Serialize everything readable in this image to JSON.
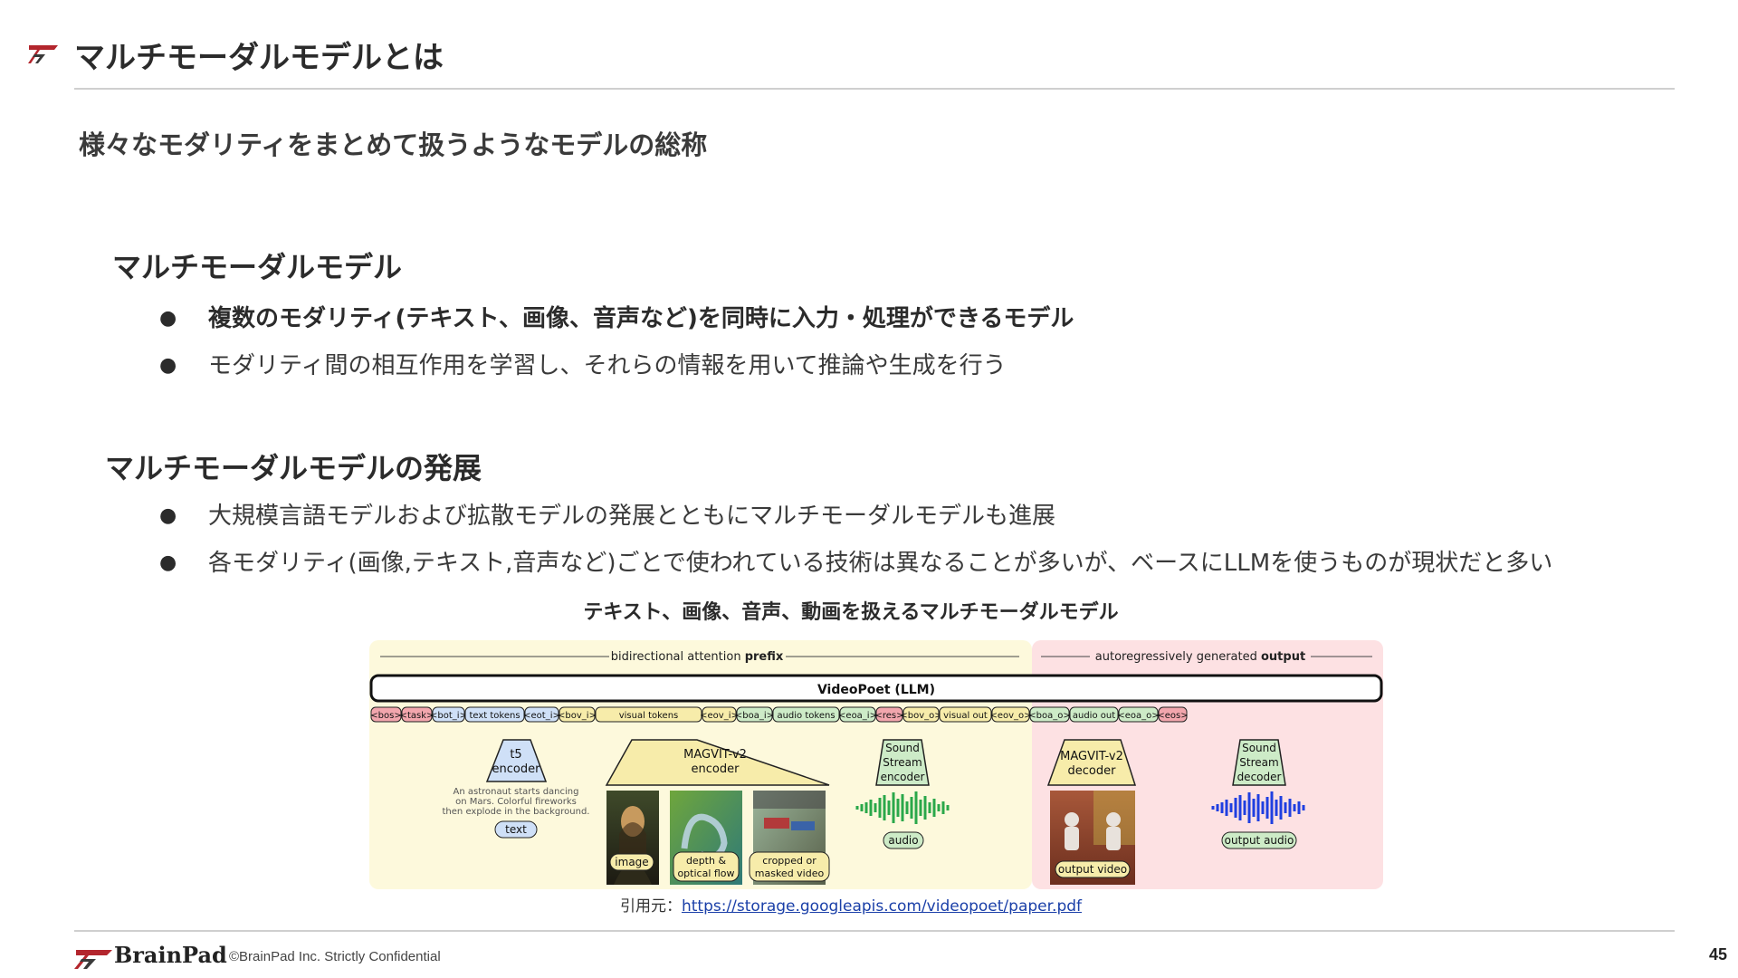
{
  "header": {
    "title": "マルチモーダルモデルとは"
  },
  "subtitle": "様々なモダリティをまとめて扱うようなモデルの総称",
  "section1": {
    "heading": "マルチモーダルモデル",
    "bullets": [
      "複数のモダリティ(テキスト、画像、音声など)を同時に入力・処理ができるモデル",
      "モダリティ間の相互作用を学習し、それらの情報を用いて推論や生成を行う"
    ]
  },
  "section2": {
    "heading": "マルチモーダルモデルの発展",
    "bullets": [
      "大規模言語モデルおよび拡散モデルの発展とともにマルチモーダルモデルも進展",
      "各モダリティ(画像,テキスト,音声など)ごとで使われている技術は異なることが多いが、ベースにLLMを使うものが現状だと多い"
    ]
  },
  "figure": {
    "caption": "テキスト、画像、音声、動画を扱えるマルチモーダルモデル",
    "prefix_label": "bidirectional attention",
    "prefix_bold": "prefix",
    "output_label": "autoregressively generated",
    "output_bold": "output",
    "llm_label": "VideoPoet  (LLM)",
    "tokens": [
      "<bos>",
      "<task>",
      "<bot_i>",
      "text tokens",
      "<eot_i>",
      "<bov_i>",
      "visual tokens",
      "<eov_i>",
      "<boa_i>",
      "audio tokens",
      "<eoa_i>",
      "<res>",
      "<bov_o>",
      "visual out",
      "<eov_o>",
      "<boa_o>",
      "audio out",
      "<eoa_o>",
      "<eos>"
    ],
    "t5_line1": "t5",
    "t5_line2": "encoder",
    "magvit_enc_line1": "MAGVIT-v2",
    "magvit_enc_line2": "encoder",
    "sound_enc_line1": "Sound",
    "sound_enc_line2": "Stream",
    "sound_enc_line3": "encoder",
    "magvit_dec_line1": "MAGVIT-v2",
    "magvit_dec_line2": "decoder",
    "sound_dec_line1": "Sound",
    "sound_dec_line2": "Stream",
    "sound_dec_line3": "decoder",
    "prompt_line1": "An astronaut starts dancing",
    "prompt_line2": "on Mars. Colorful fireworks",
    "prompt_line3": "then explode in the background.",
    "label_text": "text",
    "label_image": "image",
    "label_depth_1": "depth &",
    "label_depth_2": "optical flow",
    "label_crop_1": "cropped or",
    "label_crop_2": "masked video",
    "label_audio": "audio",
    "label_output_video": "output video",
    "label_output_audio": "output audio",
    "colors": {
      "prefix_bg": "#fdf9dc",
      "output_bg": "#fde1e3",
      "special_token": "#f2a6ad",
      "text_token": "#cfe0f7",
      "visual_token": "#f7ecaa",
      "audio_token": "#cdebc7"
    }
  },
  "source": {
    "label": "引用元：",
    "url": "https://storage.googleapis.com/videopoet/paper.pdf"
  },
  "footer": {
    "brand": "BrainPad",
    "copyright": "©BrainPad Inc.  Strictly Confidential",
    "page": "45"
  }
}
